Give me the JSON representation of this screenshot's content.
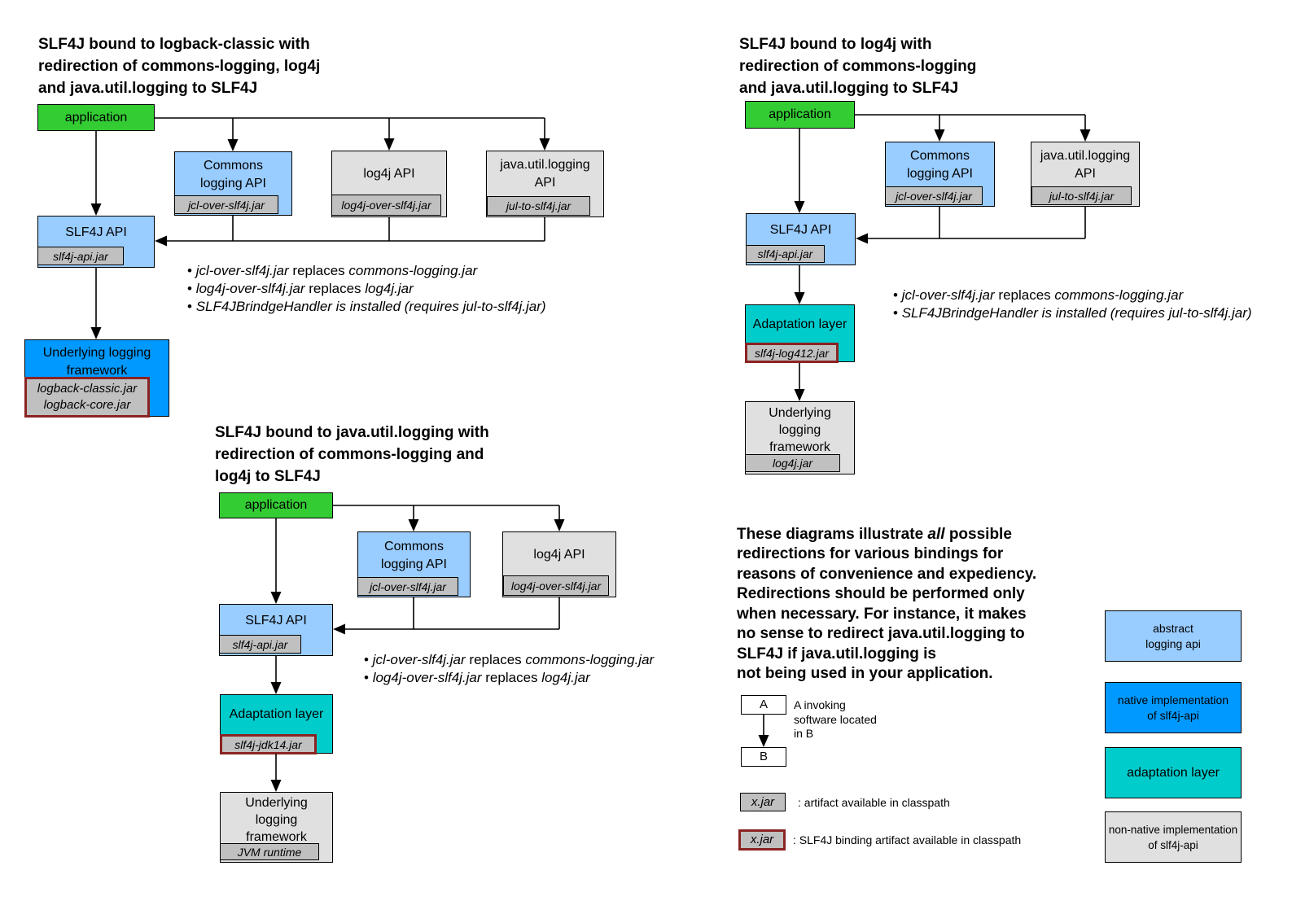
{
  "colors": {
    "application_green": "#33CC33",
    "abstract_api_blue": "#99CCFF",
    "native_impl_blue": "#0099FF",
    "adaptation_teal": "#00CCCC",
    "non_native_gray": "#E0E0E0",
    "artifact_tag_gray": "#C0C0C0",
    "binding_border_red": "#8B2323"
  },
  "diagram1": {
    "title": "SLF4J bound to logback-classic with\nredirection of commons-logging, log4j\nand java.util.logging to SLF4J",
    "application": "application",
    "commons_label": "Commons\nlogging API",
    "commons_tag": "jcl-over-slf4j.jar",
    "log4j_label": "log4j API",
    "log4j_tag": "log4j-over-slf4j.jar",
    "jul_label": "java.util.logging\nAPI",
    "jul_tag": "jul-to-slf4j.jar",
    "slf4j_label": "SLF4J API",
    "slf4j_tag": "slf4j-api.jar",
    "underlying_label": "Underlying logging\nframework",
    "underlying_tag": "logback-classic.jar\nlogback-core.jar",
    "bullets": [
      {
        "file": "jcl-over-slf4j.jar",
        "mid": " replaces ",
        "target": "commons-logging.jar"
      },
      {
        "file": "log4j-over-slf4j.jar",
        "mid": " replaces ",
        "target": "log4j.jar"
      },
      {
        "text": "SLF4JBrindgeHandler is installed (requires jul-to-slf4j.jar)"
      }
    ]
  },
  "diagram2": {
    "title": "SLF4J bound to log4j with\nredirection of commons-logging\nand java.util.logging to SLF4J",
    "application": "application",
    "commons_label": "Commons\nlogging API",
    "commons_tag": "jcl-over-slf4j.jar",
    "jul_label": "java.util.logging\nAPI",
    "jul_tag": "jul-to-slf4j.jar",
    "slf4j_label": "SLF4J API",
    "slf4j_tag": "slf4j-api.jar",
    "adaptation_label": "Adaptation layer",
    "adaptation_tag": "slf4j-log412.jar",
    "underlying_label": "Underlying\nlogging\nframework",
    "underlying_tag": "log4j.jar",
    "bullets": [
      {
        "file": "jcl-over-slf4j.jar",
        "mid": " replaces ",
        "target": "commons-logging.jar"
      },
      {
        "text": "SLF4JBrindgeHandler is installed (requires jul-to-slf4j.jar)"
      }
    ]
  },
  "diagram3": {
    "title": "SLF4J bound to java.util.logging with\nredirection of commons-logging and\nlog4j to SLF4J",
    "application": "application",
    "commons_label": "Commons\nlogging API",
    "commons_tag": "jcl-over-slf4j.jar",
    "log4j_label": "log4j API",
    "log4j_tag": "log4j-over-slf4j.jar",
    "slf4j_label": "SLF4J API",
    "slf4j_tag": "slf4j-api.jar",
    "adaptation_label": "Adaptation layer",
    "adaptation_tag": "slf4j-jdk14.jar",
    "underlying_label": "Underlying\nlogging\nframework",
    "underlying_tag": "JVM runtime",
    "bullets": [
      {
        "file": "jcl-over-slf4j.jar",
        "mid": " replaces ",
        "target": "commons-logging.jar"
      },
      {
        "file": "log4j-over-slf4j.jar",
        "mid": " replaces ",
        "target": "log4j.jar"
      }
    ]
  },
  "note": {
    "before": "These diagrams illustrate ",
    "emphasis": "all",
    "after": " possible\nredirections for various bindings for\nreasons of convenience and expediency.\nRedirections should be performed only\nwhen necessary. For instance, it makes\nno sense to redirect java.util.logging to\nSLF4J if java.util.logging is\nnot being used in your application."
  },
  "legend": {
    "a_label": "A",
    "b_label": "B",
    "ab_text": "A invoking\nsoftware located\nin B",
    "xjar_label": "x.jar",
    "artifact_text": ": artifact available in classpath",
    "binding_text": ": SLF4J binding artifact available in classpath",
    "abstract_api": "abstract\nlogging api",
    "native_impl": "native implementation\nof slf4j-api",
    "adaptation": "adaptation layer",
    "non_native_impl": "non-native implementation\nof slf4j-api"
  }
}
